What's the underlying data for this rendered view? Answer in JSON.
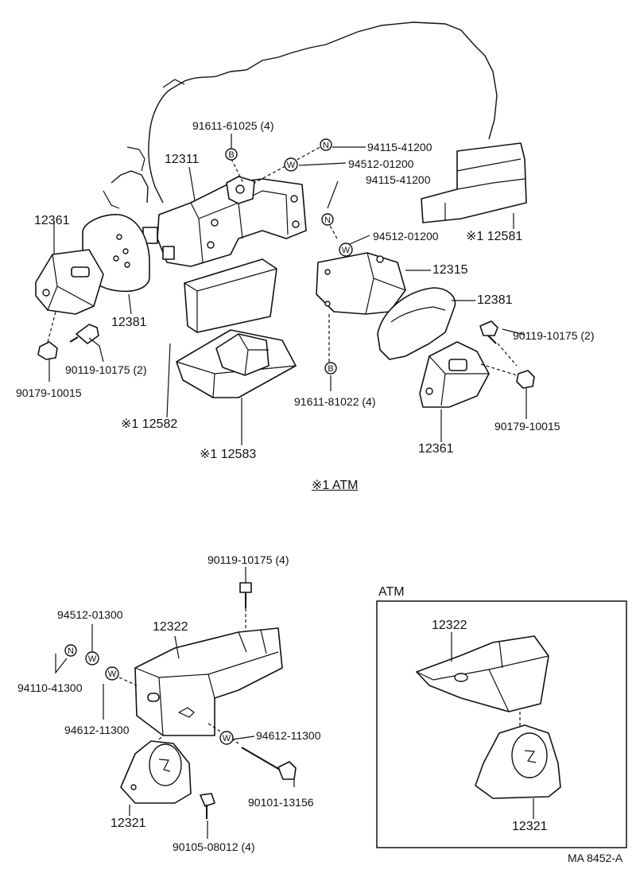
{
  "labels": {
    "p91611_61025": "91611-61025 (4)",
    "p94115_41200_a": "94115-41200",
    "p94512_01200_a": "94512-01200",
    "p94115_41200_b": "94115-41200",
    "p94512_01200_b": "94512-01200",
    "p12311": "12311",
    "p12361_l": "12361",
    "p12381_l": "12381",
    "p90119_10175_2_l": "90119-10175 (2)",
    "p90179_10015_l": "90179-10015",
    "p12315": "12315",
    "p12381_r": "12381",
    "p90119_10175_2_r": "90119-10175 (2)",
    "p90179_10015_r": "90179-10015",
    "p12361_r": "12361",
    "p91611_81022": "91611-81022 (4)",
    "p12581": "※1 12581",
    "p12582": "※1 12582",
    "p12583": "※1 12583",
    "section_atm_note": "※1 ATM",
    "p90119_10175_4": "90119-10175 (4)",
    "p94512_01300": "94512-01300",
    "p94110_41300": "94110-41300",
    "p12322_l": "12322",
    "p94612_11300_l": "94612-11300",
    "p94612_11300_r": "94612-11300",
    "p90101_13156": "90101-13156",
    "p12321_l": "12321",
    "p90105_08012": "90105-08012 (4)",
    "atm_box_title": "ATM",
    "p12322_r": "12322",
    "p12321_r": "12321",
    "figure_code": "MA  8452-A"
  },
  "ring_letters": {
    "B": "B",
    "N": "N",
    "W": "W"
  }
}
